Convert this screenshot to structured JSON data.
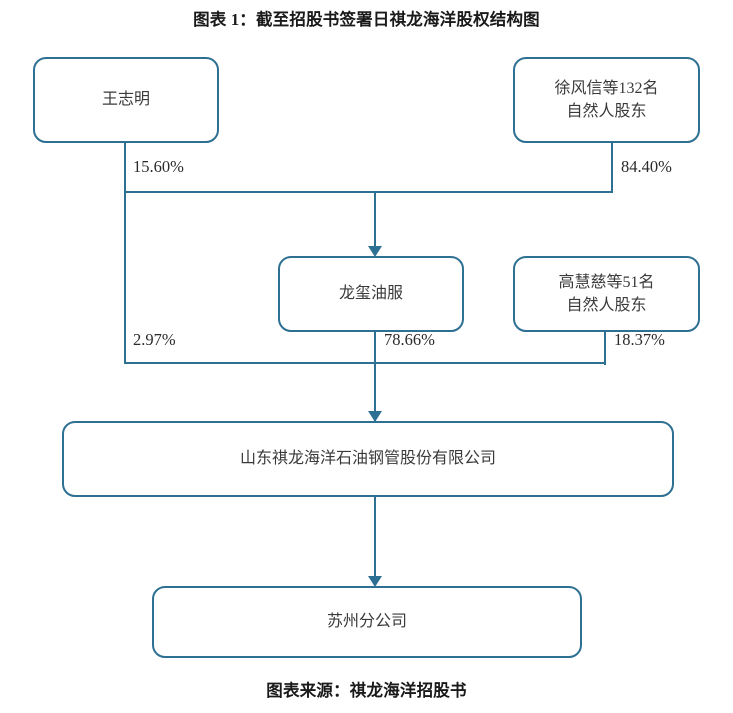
{
  "figure": {
    "title": "图表 1：截至招股书签署日祺龙海洋股权结构图",
    "source": "图表来源：祺龙海洋招股书",
    "accent_color": "#2e7093",
    "text_color": "#3a3a3a",
    "background": "#ffffff"
  },
  "chart_data": {
    "type": "diagram",
    "diagram_kind": "org-ownership-structure",
    "title": "图表 1：截至招股书签署日祺龙海洋股权结构图",
    "source": "图表来源：祺龙海洋招股书",
    "nodes": [
      {
        "id": "wangzhiming",
        "label": "王志明",
        "level": 1
      },
      {
        "id": "xufengxin",
        "label": "徐风信等132名\n自然人股东",
        "level": 1
      },
      {
        "id": "longxiyoufu",
        "label": "龙玺油服",
        "level": 2
      },
      {
        "id": "gaohuici",
        "label": "高慧慈等51名\n自然人股东",
        "level": 2
      },
      {
        "id": "main_company",
        "label": "山东祺龙海洋石油钢管股份有限公司",
        "level": 3
      },
      {
        "id": "branch",
        "label": "苏州分公司",
        "level": 4
      }
    ],
    "edges": [
      {
        "from": "wangzhiming",
        "to": "longxiyoufu",
        "label": "15.60%"
      },
      {
        "from": "xufengxin",
        "to": "longxiyoufu",
        "label": "84.40%"
      },
      {
        "from": "wangzhiming",
        "to": "main_company",
        "label": "2.97%"
      },
      {
        "from": "longxiyoufu",
        "to": "main_company",
        "label": "78.66%"
      },
      {
        "from": "gaohuici",
        "to": "main_company",
        "label": "18.37%"
      },
      {
        "from": "main_company",
        "to": "branch",
        "label": ""
      }
    ]
  },
  "nodes": {
    "wangzhiming": {
      "label": "王志明"
    },
    "xufengxin": {
      "line1": "徐风信等132名",
      "line2": "自然人股东"
    },
    "longxiyoufu": {
      "label": "龙玺油服"
    },
    "gaohuici": {
      "line1": "高慧慈等51名",
      "line2": "自然人股东"
    },
    "main_company": {
      "label": "山东祺龙海洋石油钢管股份有限公司"
    },
    "branch": {
      "label": "苏州分公司"
    }
  },
  "percentages": {
    "wang_to_longxi": "15.60%",
    "xu_to_longxi": "84.40%",
    "wang_to_main": "2.97%",
    "longxi_to_main": "78.66%",
    "gao_to_main": "18.37%"
  }
}
